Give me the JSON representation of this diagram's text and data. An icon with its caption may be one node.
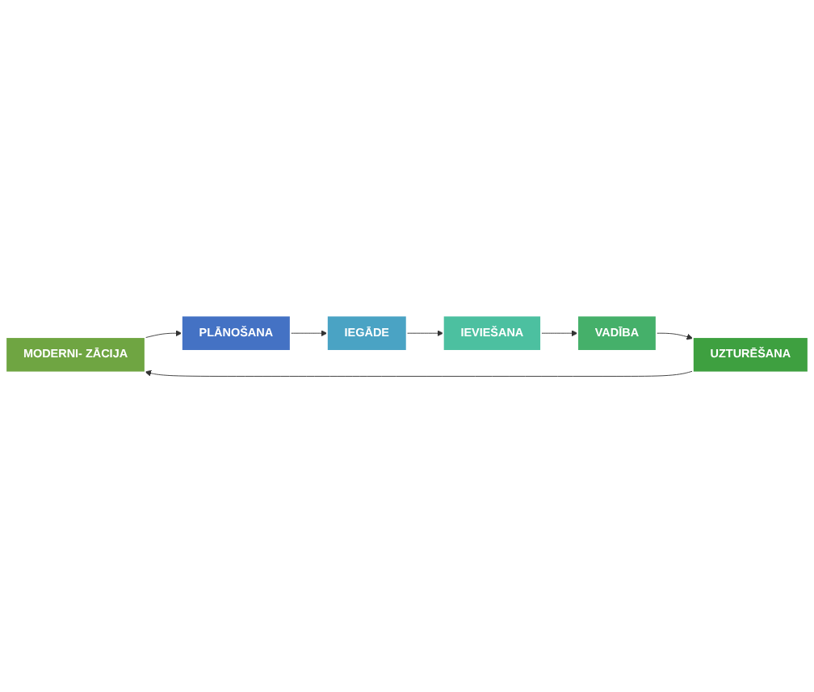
{
  "diagram": {
    "nodes": [
      {
        "text": [
          "MODERNI- ZĀCIJA"
        ]
      },
      {
        "text": [
          "PLĀNOŠANA"
        ]
      },
      {
        "text": [
          "UZTURĒŠANA"
        ]
      },
      {
        "text": [
          "IEGĀDE"
        ]
      },
      {
        "text": [
          "VADĪBA"
        ]
      },
      {
        "text": [
          "IEVIEŠANA"
        ]
      }
    ],
    "edges": [
      {
        "from": 0,
        "to": 1,
        "arrow": "to"
      },
      {
        "from": 1,
        "to": 3,
        "arrow": "to"
      },
      {
        "from": 3,
        "to": 5,
        "arrow": "to"
      },
      {
        "from": 5,
        "to": 4,
        "arrow": "to"
      },
      {
        "from": 4,
        "to": 2,
        "arrow": "to"
      },
      {
        "from": 2,
        "to": 0,
        "arrow": "to"
      }
    ]
  }
}
